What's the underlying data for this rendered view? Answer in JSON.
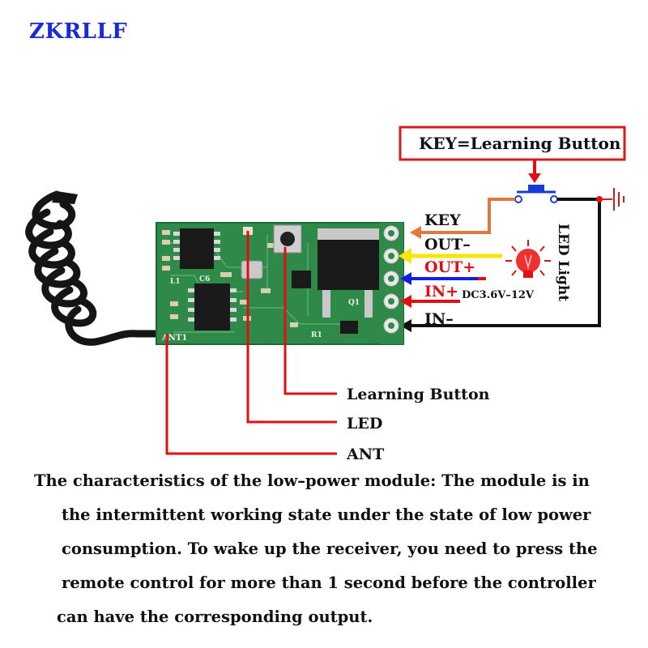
{
  "brand": "ZKRLLF",
  "key_callout": "KEY=Learning Button",
  "pins": {
    "key": "KEY",
    "out_minus": "OUT–",
    "out_plus": "OUT+",
    "in_plus": "IN+",
    "in_minus": "IN–"
  },
  "voltage": "DC3.6V–12V",
  "led_light": "LED Light",
  "board_labels": {
    "c6": "C6",
    "l1": "L1",
    "ant1": "ANT1",
    "r1": "R1",
    "q1": "Q1"
  },
  "callouts": {
    "learning_button": "Learning Button",
    "led": "LED",
    "ant": "ANT"
  },
  "description": [
    "The characteristics of the low–power module: The module is in",
    "the intermittent working state under the state of low power",
    "consumption. To wake up the receiver, you need to press the",
    "remote control for more than 1 second before the controller",
    "can have the corresponding output."
  ],
  "colors": {
    "brand": "#1a2bd6",
    "callout_line": "#e01010",
    "key_wire": "#e07a3c",
    "out_minus_arrow": "#f5e60a",
    "out_plus_arrow": "#e01010",
    "in_plus_arrow": "#e01010",
    "in_minus_arrow": "#111111",
    "out_minus_text": "#111111",
    "blue_arrow": "#1020e0",
    "pcb": "#2f8a4a"
  }
}
